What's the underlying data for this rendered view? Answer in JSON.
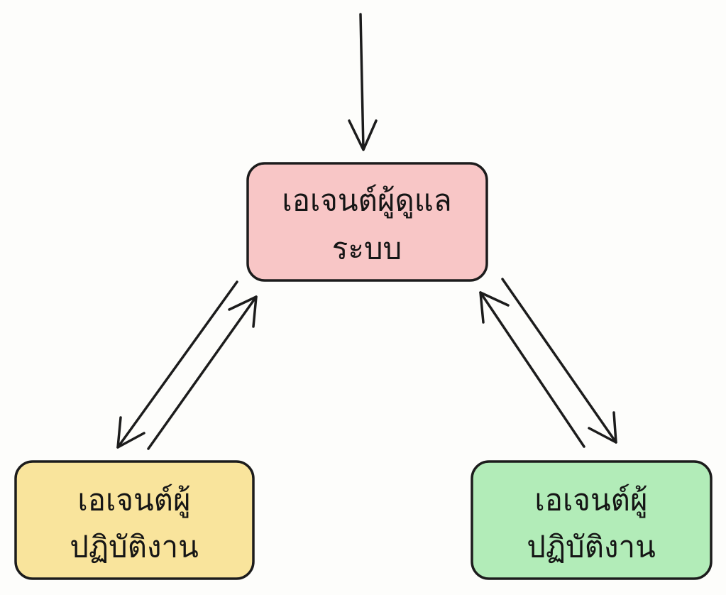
{
  "diagram": {
    "nodes": {
      "supervisor": {
        "label_line1": "เอเจนต์ผู้ดูแล",
        "label_line2": "ระบบ",
        "fill": "#f8c6c6"
      },
      "worker_left": {
        "label_line1": "เอเจนต์ผู้",
        "label_line2": "ปฏิบัติงาน",
        "fill": "#f9e49c"
      },
      "worker_right": {
        "label_line1": "เอเจนต์ผู้",
        "label_line2": "ปฏิบัติงาน",
        "fill": "#b2ecb8"
      }
    },
    "edges": [
      {
        "from": "input",
        "to": "supervisor"
      },
      {
        "from": "supervisor",
        "to": "worker_left"
      },
      {
        "from": "worker_left",
        "to": "supervisor"
      },
      {
        "from": "worker_right",
        "to": "supervisor"
      },
      {
        "from": "supervisor",
        "to": "worker_right"
      }
    ]
  }
}
